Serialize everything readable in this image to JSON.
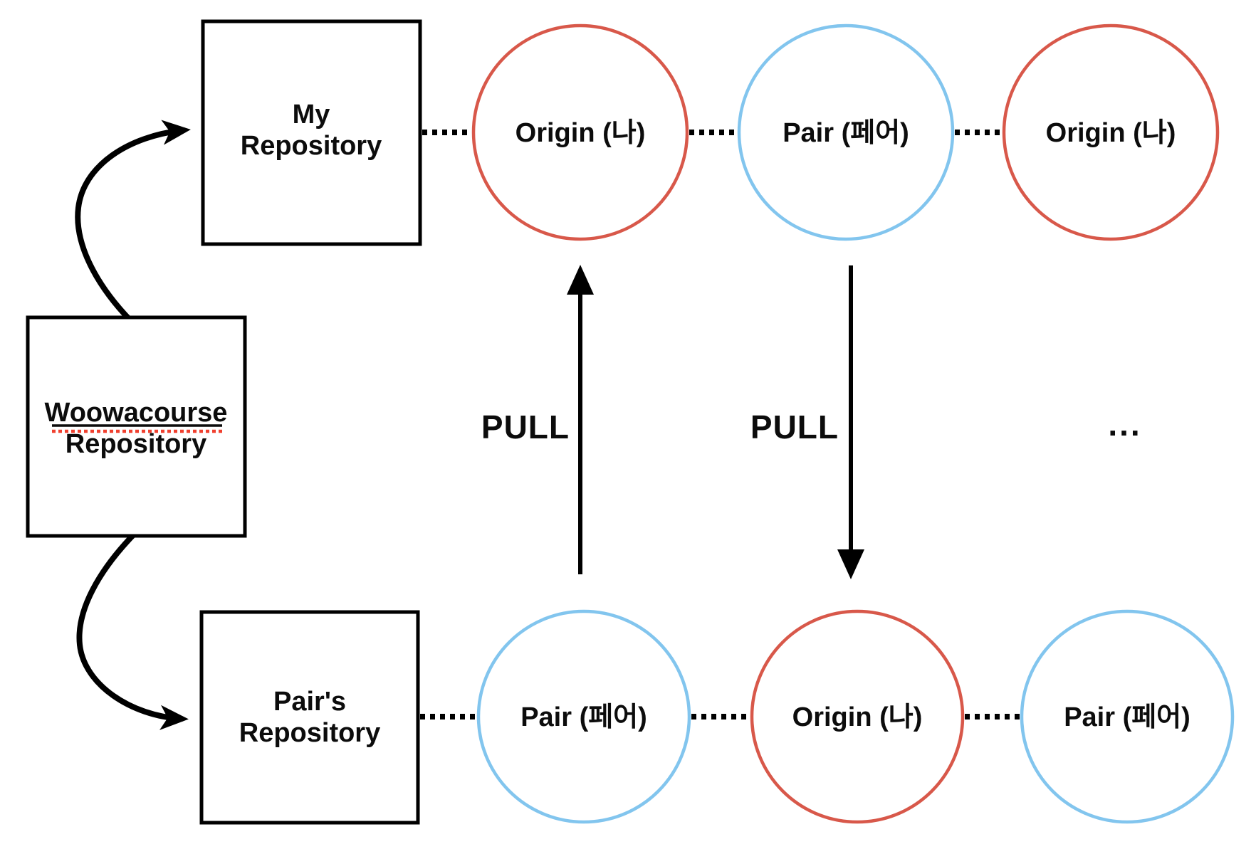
{
  "diagram": {
    "boxes": {
      "my_repo": {
        "line1": "My",
        "line2": "Repository"
      },
      "woowacourse_repo": {
        "line1": "Woowacourse",
        "line2": "Repository"
      },
      "pairs_repo": {
        "line1": "Pair's",
        "line2": "Repository"
      }
    },
    "top_row": {
      "circle1": "Origin (나)",
      "circle2": "Pair (페어)",
      "circle3": "Origin (나)"
    },
    "bottom_row": {
      "circle1": "Pair (페어)",
      "circle2": "Origin (나)",
      "circle3": "Pair (페어)"
    },
    "labels": {
      "pull_left": "PULL",
      "pull_right": "PULL",
      "ellipsis": "..."
    },
    "colors": {
      "origin_circle_red": "#d8584a",
      "pair_circle_blue": "#82c5ee",
      "line_black": "#000000",
      "spellcheck_underline_red": "#f0402f",
      "background": "#ffffff"
    }
  }
}
